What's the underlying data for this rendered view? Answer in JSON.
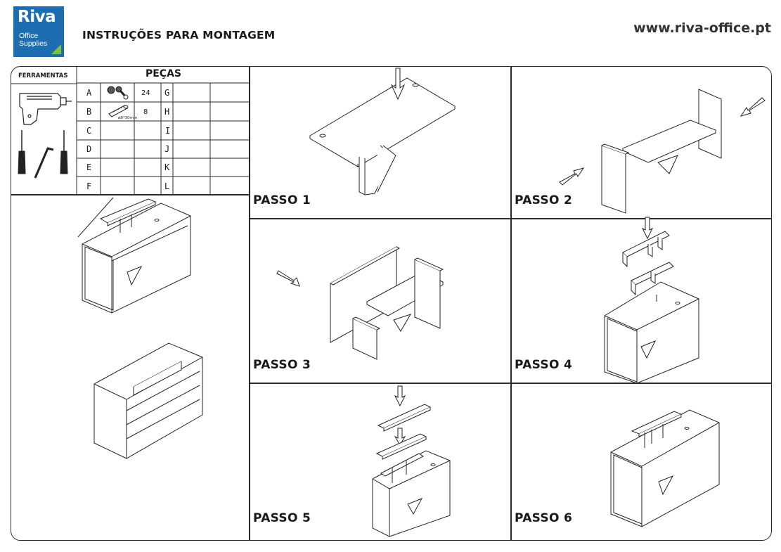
{
  "header": {
    "logo_brand": "Riva",
    "logo_line1": "Office",
    "logo_line2": "Supplies",
    "title": "INSTRUÇÕES PARA MONTAGEM",
    "website": "www.riva-office.pt",
    "brand_color": "#1d6db2",
    "accent_color": "#7cc242"
  },
  "table": {
    "tools_label": "FERRAMENTAS",
    "parts_label": "PEÇAS",
    "left_letters": [
      "A",
      "B",
      "C",
      "D",
      "E",
      "F"
    ],
    "right_letters": [
      "G",
      "H",
      "I",
      "J",
      "K",
      "L"
    ],
    "quantities": {
      "A": "24",
      "B": "8"
    },
    "dowel_size": "ø8*30mm",
    "tool_icons": [
      "drill-icon",
      "screwdriver-icon",
      "allen-key-icon",
      "screwdriver-icon"
    ]
  },
  "steps": [
    {
      "label": "PASSO 1"
    },
    {
      "label": "PASSO 2"
    },
    {
      "label": "PASSO 3"
    },
    {
      "label": "PASSO 4"
    },
    {
      "label": "PASSO 5"
    },
    {
      "label": "PASSO 6"
    }
  ]
}
